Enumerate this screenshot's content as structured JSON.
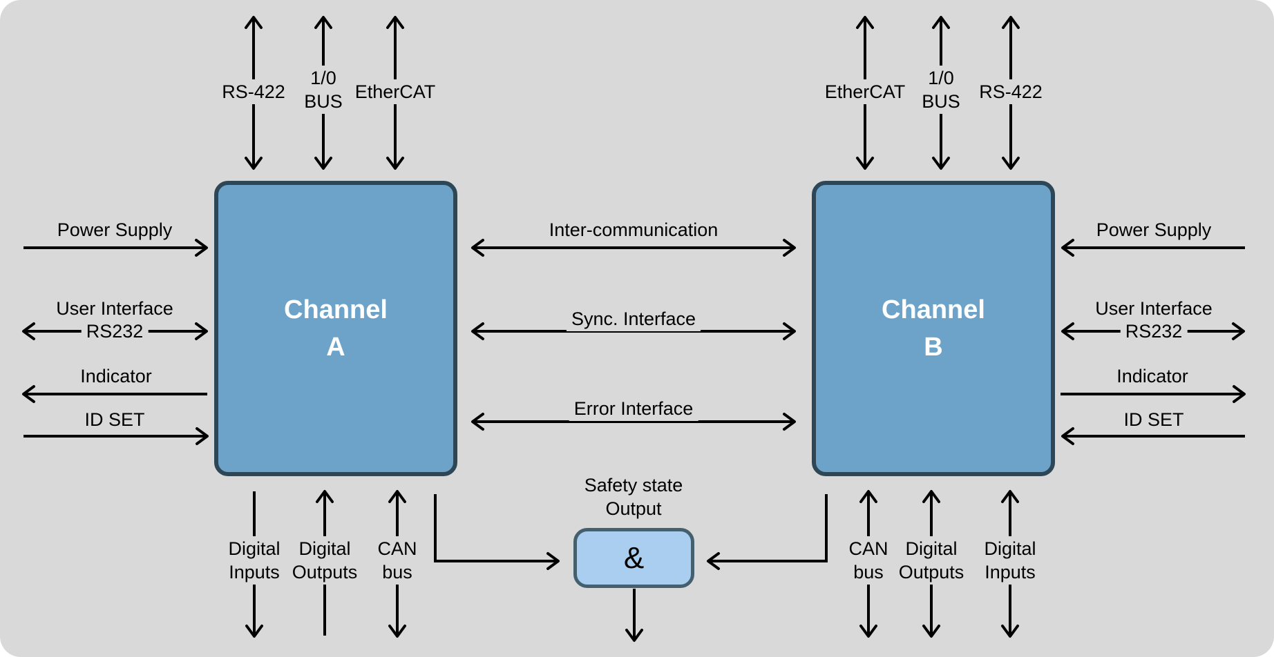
{
  "colors": {
    "panel_bg": "#D9D9D9",
    "channel_fill": "#6DA3C8",
    "channel_border": "#2E4756",
    "gate_fill": "#A9CEEF",
    "gate_border": "#44606E",
    "line": "#000000"
  },
  "channel_a": {
    "title_line1": "Channel",
    "title_line2": "A",
    "ports": {
      "rs422": "RS-422",
      "io_bus_line1": "1/0",
      "io_bus_line2": "BUS",
      "ethercat": "EtherCAT",
      "power_supply": "Power Supply",
      "user_interface": "User Interface",
      "rs232": "RS232",
      "indicator": "Indicator",
      "id_set": "ID SET",
      "digital_inputs_line1": "Digital",
      "digital_inputs_line2": "Inputs",
      "digital_outputs_line1": "Digital",
      "digital_outputs_line2": "Outputs",
      "can_bus_line1": "CAN",
      "can_bus_line2": "bus"
    }
  },
  "channel_b": {
    "title_line1": "Channel",
    "title_line2": "B",
    "ports": {
      "rs422": "RS-422",
      "io_bus_line1": "1/0",
      "io_bus_line2": "BUS",
      "ethercat": "EtherCAT",
      "power_supply": "Power Supply",
      "user_interface": "User Interface",
      "rs232": "RS232",
      "indicator": "Indicator",
      "id_set": "ID SET",
      "digital_inputs_line1": "Digital",
      "digital_inputs_line2": "Inputs",
      "digital_outputs_line1": "Digital",
      "digital_outputs_line2": "Outputs",
      "can_bus_line1": "CAN",
      "can_bus_line2": "bus"
    }
  },
  "interconnect": {
    "inter_communication": "Inter-communication",
    "sync_interface": "Sync. Interface",
    "error_interface": "Error Interface"
  },
  "safety": {
    "label_line1": "Safety state",
    "label_line2": "Output",
    "gate": "&"
  }
}
